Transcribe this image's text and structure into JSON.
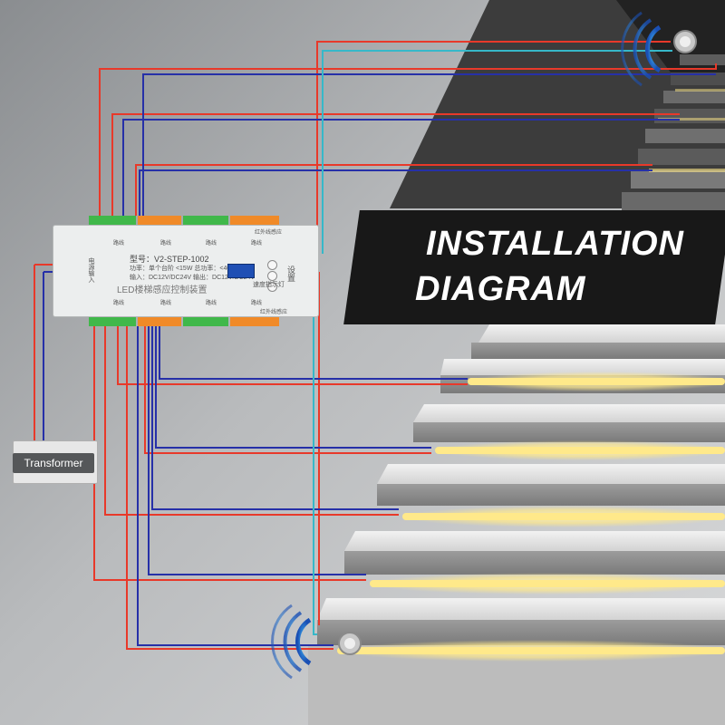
{
  "banner": {
    "line1": "INSTALLATION",
    "line2": "DIAGRAM"
  },
  "controller": {
    "model_label": "型号：V2-STEP-1002",
    "spec_line1": "功率：单个台阶 <15W  总功率：<400W",
    "spec_line2": "输入：DC12V/DC24V  输出：DC12V/DC24V",
    "brand_label": "LED楼梯感应控制装置",
    "power_label": "电源输入",
    "indicator_label": "速度指示灯",
    "set_label": "设置",
    "top_right_label": "红外线感应",
    "bottom_right_label": "红外线感应",
    "group_labels_top": [
      "路线",
      "路线",
      "路线",
      "路线"
    ],
    "group_labels_bottom": [
      "路线",
      "路线",
      "路线",
      "路线"
    ]
  },
  "transformer": {
    "label": "Transformer"
  },
  "colors": {
    "wire_red": "#e8392a",
    "wire_blue": "#2630a8",
    "wire_cyan": "#36b8c9",
    "led_glow": "#ffe98a",
    "terminal_green": "#40b84a",
    "terminal_orange": "#f08a28",
    "banner_bg": "#181818"
  },
  "icons": [
    "motion-sensor-icon",
    "signal-wave-icon"
  ]
}
